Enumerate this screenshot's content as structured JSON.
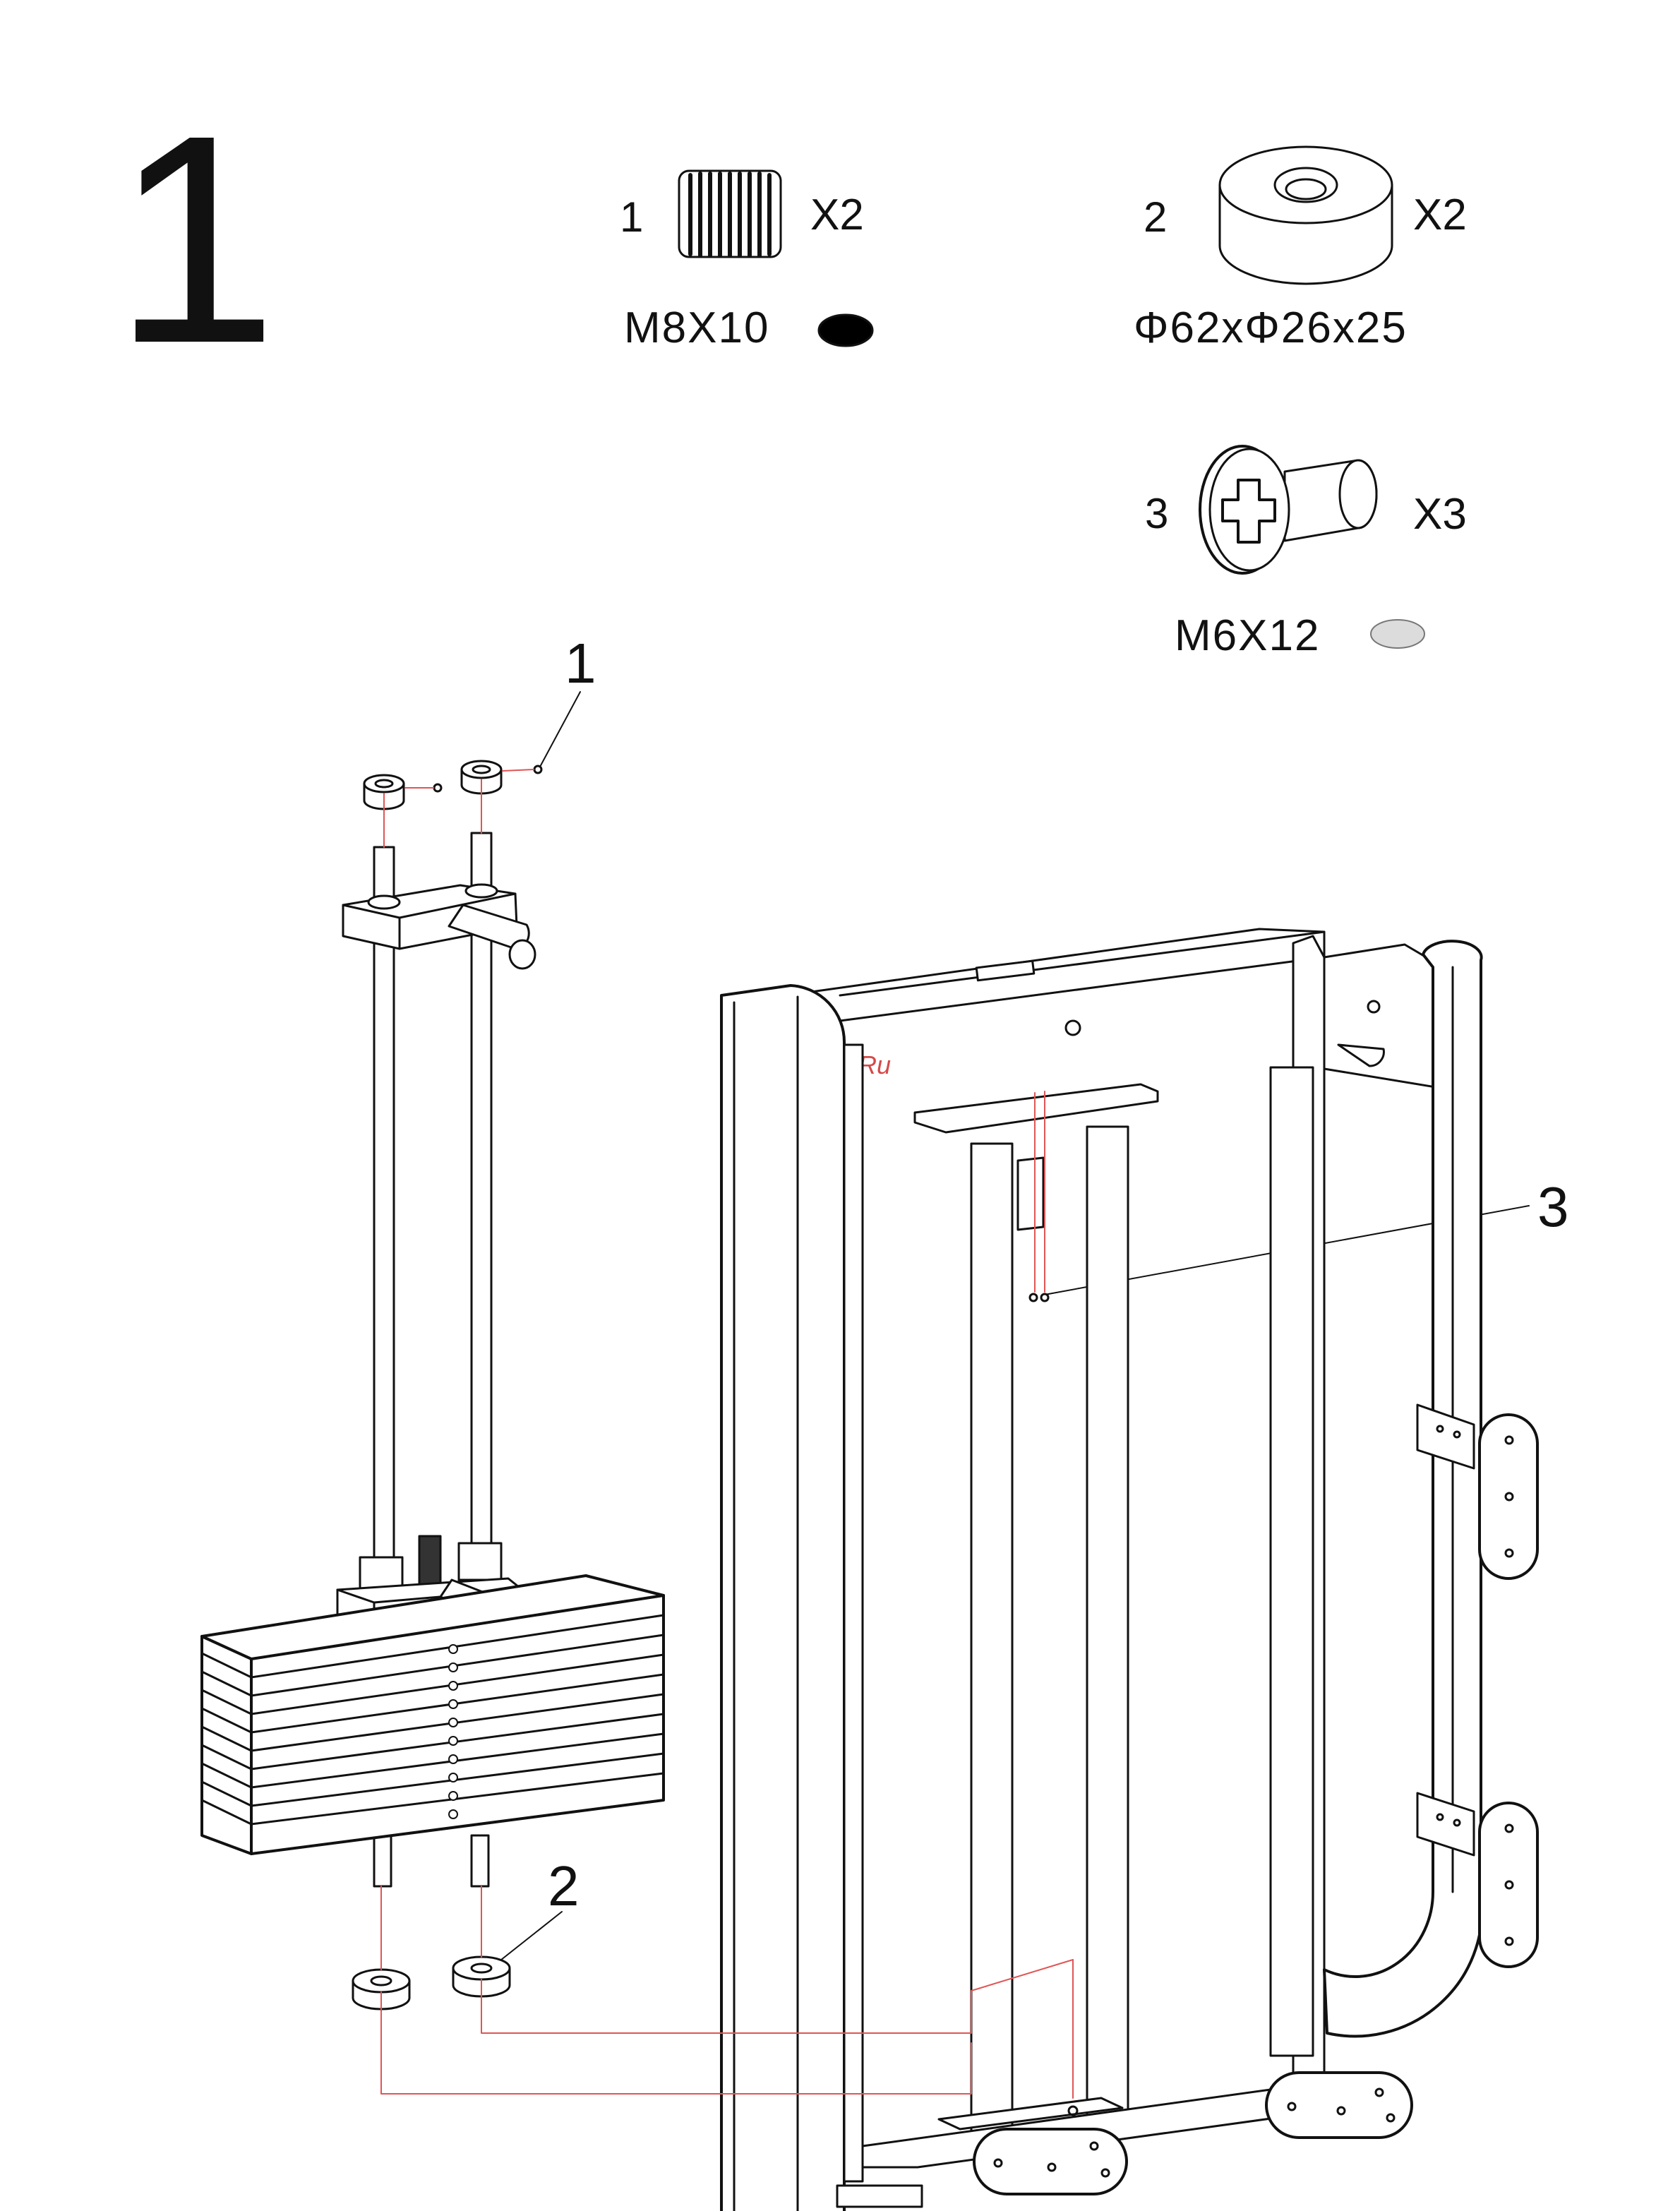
{
  "step": "1",
  "parts": [
    {
      "num": "1",
      "qty": "X2",
      "spec": "M8X10",
      "swatch": "#000000",
      "icon": "set-screw-icon"
    },
    {
      "num": "2",
      "qty": "X2",
      "spec": "Φ62xΦ26x25",
      "icon": "rubber-bumper-icon"
    },
    {
      "num": "3",
      "qty": "X3",
      "spec": "M6X12",
      "swatch": "#dcdcdc",
      "icon": "phillips-bolt-icon"
    }
  ],
  "callouts": [
    "1",
    "3",
    "2"
  ],
  "watermark": "McGrp.Ru",
  "colors": {
    "line": "#111111",
    "guide": "#e05555",
    "watermark": "#d44a4a"
  }
}
